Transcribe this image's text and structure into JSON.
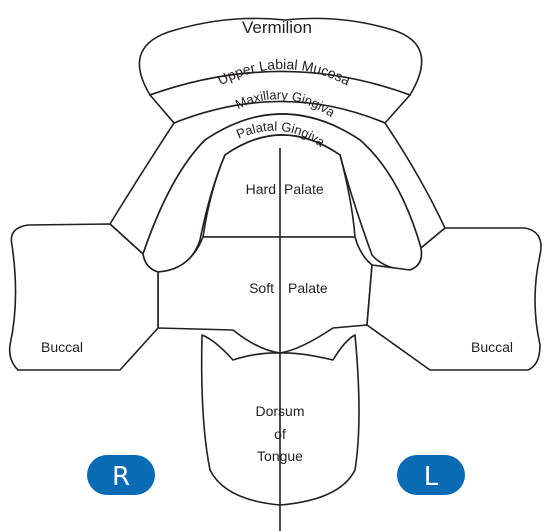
{
  "regions": {
    "vermilion": "Vermilion",
    "upper_labial_mucosa": "Upper Labial Mucosa",
    "maxillary_gingiva": "Maxillary Gingiva",
    "palatal_gingiva": "Palatal Gingiva",
    "hard_palate_left": "Hard",
    "hard_palate_right": "Palate",
    "soft_palate_left": "Soft",
    "soft_palate_right": "Palate",
    "buccal_right": "Buccal",
    "buccal_left": "Buccal",
    "dorsum_line1": "Dorsum",
    "dorsum_line2": "of",
    "dorsum_line3": "Tongue"
  },
  "side_markers": {
    "right": "R",
    "left": "L"
  },
  "colors": {
    "outline": "#231f20",
    "marker_fill": "#0a6bb5",
    "marker_text": "#ffffff"
  }
}
